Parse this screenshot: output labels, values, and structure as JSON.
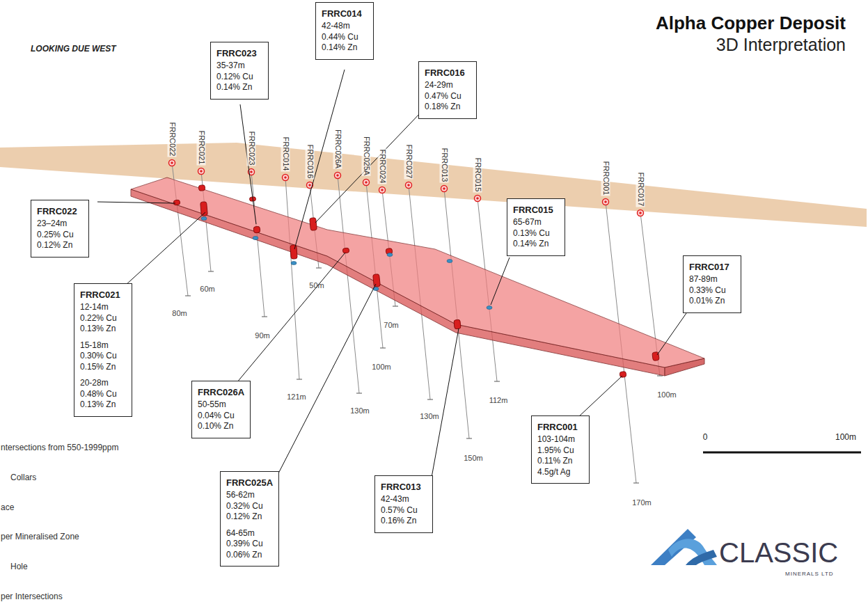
{
  "diagram": {
    "title": "Alpha Copper Deposit",
    "nodes": [
      {
        "text": [
          "FRRC014",
          "42-48m 0.44% Cu 0.14% Zn"
        ]
      },
      {
        "text": [
          "FRRC023",
          "35-37m 0.12% Cu 0.14% Zn"
        ]
      },
      {
        "text": [
          "FRRC016",
          "24-29m 0.47% Cu 0.18% Zn"
        ]
      },
      {
        "text": [
          "FRRC022",
          "23–24m 0.25% Cu 0.12% Zn"
        ]
      },
      {
        "text": [
          "FRRC015",
          "65-67m 0.13% Cu 0.14% Zn"
        ]
      },
      {
        "text": [
          "FRRC017",
          "87-89m 0.33% Cu 0.01% Zn"
        ]
      },
      {
        "text": [
          "FRRC021",
          "12-14m 0.22% Cu 0.13% Zn",
          "15-18m 0.30% Cu 0.15% Zn",
          "20-28m 0.48% Cu 0.13% Zn"
        ]
      },
      {
        "text": [
          "FRRC026A",
          "50-55m 0.04% Cu 0.10% Zn"
        ]
      },
      {
        "text": [
          "FRRC001",
          "103-104m 1.95% Cu 0.11% Zn 4.5g/t Ag"
        ]
      },
      {
        "text": [
          "FRRC025A",
          "56-62m 0.32% Cu 0.12% Zn",
          "64-65m 0.39% Cu 0.06% Zn"
        ]
      },
      {
        "text": [
          "FRRC013",
          "42-43m 0.57% Cu 0.16% Zn"
        ]
      }
    ],
    "labels": [
      "LOOKING DUE WEST",
      "3D Interpretation",
      "FRRC022",
      "FRRC021",
      "FRRC023",
      "FRRC014",
      "FRRC016",
      "FRRC026A",
      "FRRC025A",
      "FRRC024",
      "FRRC027",
      "FRRC013",
      "FRRC015",
      "FRRC001",
      "FRRC017",
      "80m",
      "60m",
      "90m",
      "121m",
      "50m",
      "130m",
      "100m",
      "70m",
      "130m",
      "150m",
      "112m",
      "170m",
      "100m",
      "0",
      "100m",
      "CLASSIC",
      "MINERALS LTD"
    ],
    "legend": [
      {
        "text": "ntersections from 550-1999ppm"
      },
      {
        "text": "Collars"
      },
      {
        "text": "ace"
      },
      {
        "text": "per Mineralised Zone"
      },
      {
        "text": "Hole"
      },
      {
        "text": "per Intersections"
      }
    ]
  }
}
